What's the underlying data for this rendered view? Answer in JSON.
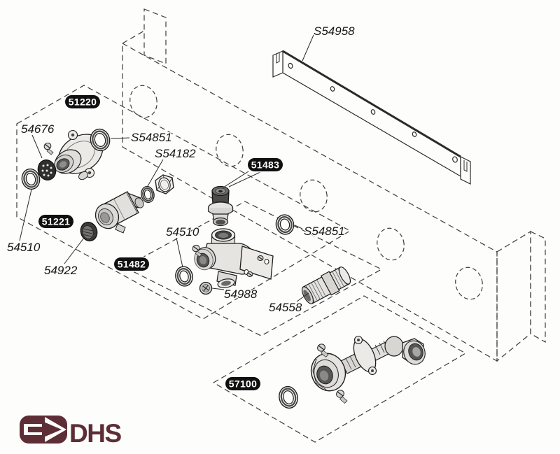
{
  "diagram_title": "exploded-parts-diagram",
  "colors": {
    "logo": "#5d2e35",
    "badge_bg": "#101010",
    "badge_text": "#ffffff",
    "ink": "#222222",
    "panel_stipple": "#cdcdc9"
  },
  "badges": {
    "b51220": "51220",
    "b51221": "51221",
    "b51482": "51482",
    "b51483": "51483",
    "b57100": "57100"
  },
  "labels": {
    "s54958": "S54958",
    "n54676": "54676",
    "s54851_top": "S54851",
    "s54182": "S54182",
    "n54510_left": "54510",
    "n54922": "54922",
    "n54510_mid": "54510",
    "n54988": "54988",
    "n54558": "54558",
    "s54851_right": "S54851"
  },
  "logo": {
    "text": "DHS",
    "icon": "arrow-right-icon"
  }
}
